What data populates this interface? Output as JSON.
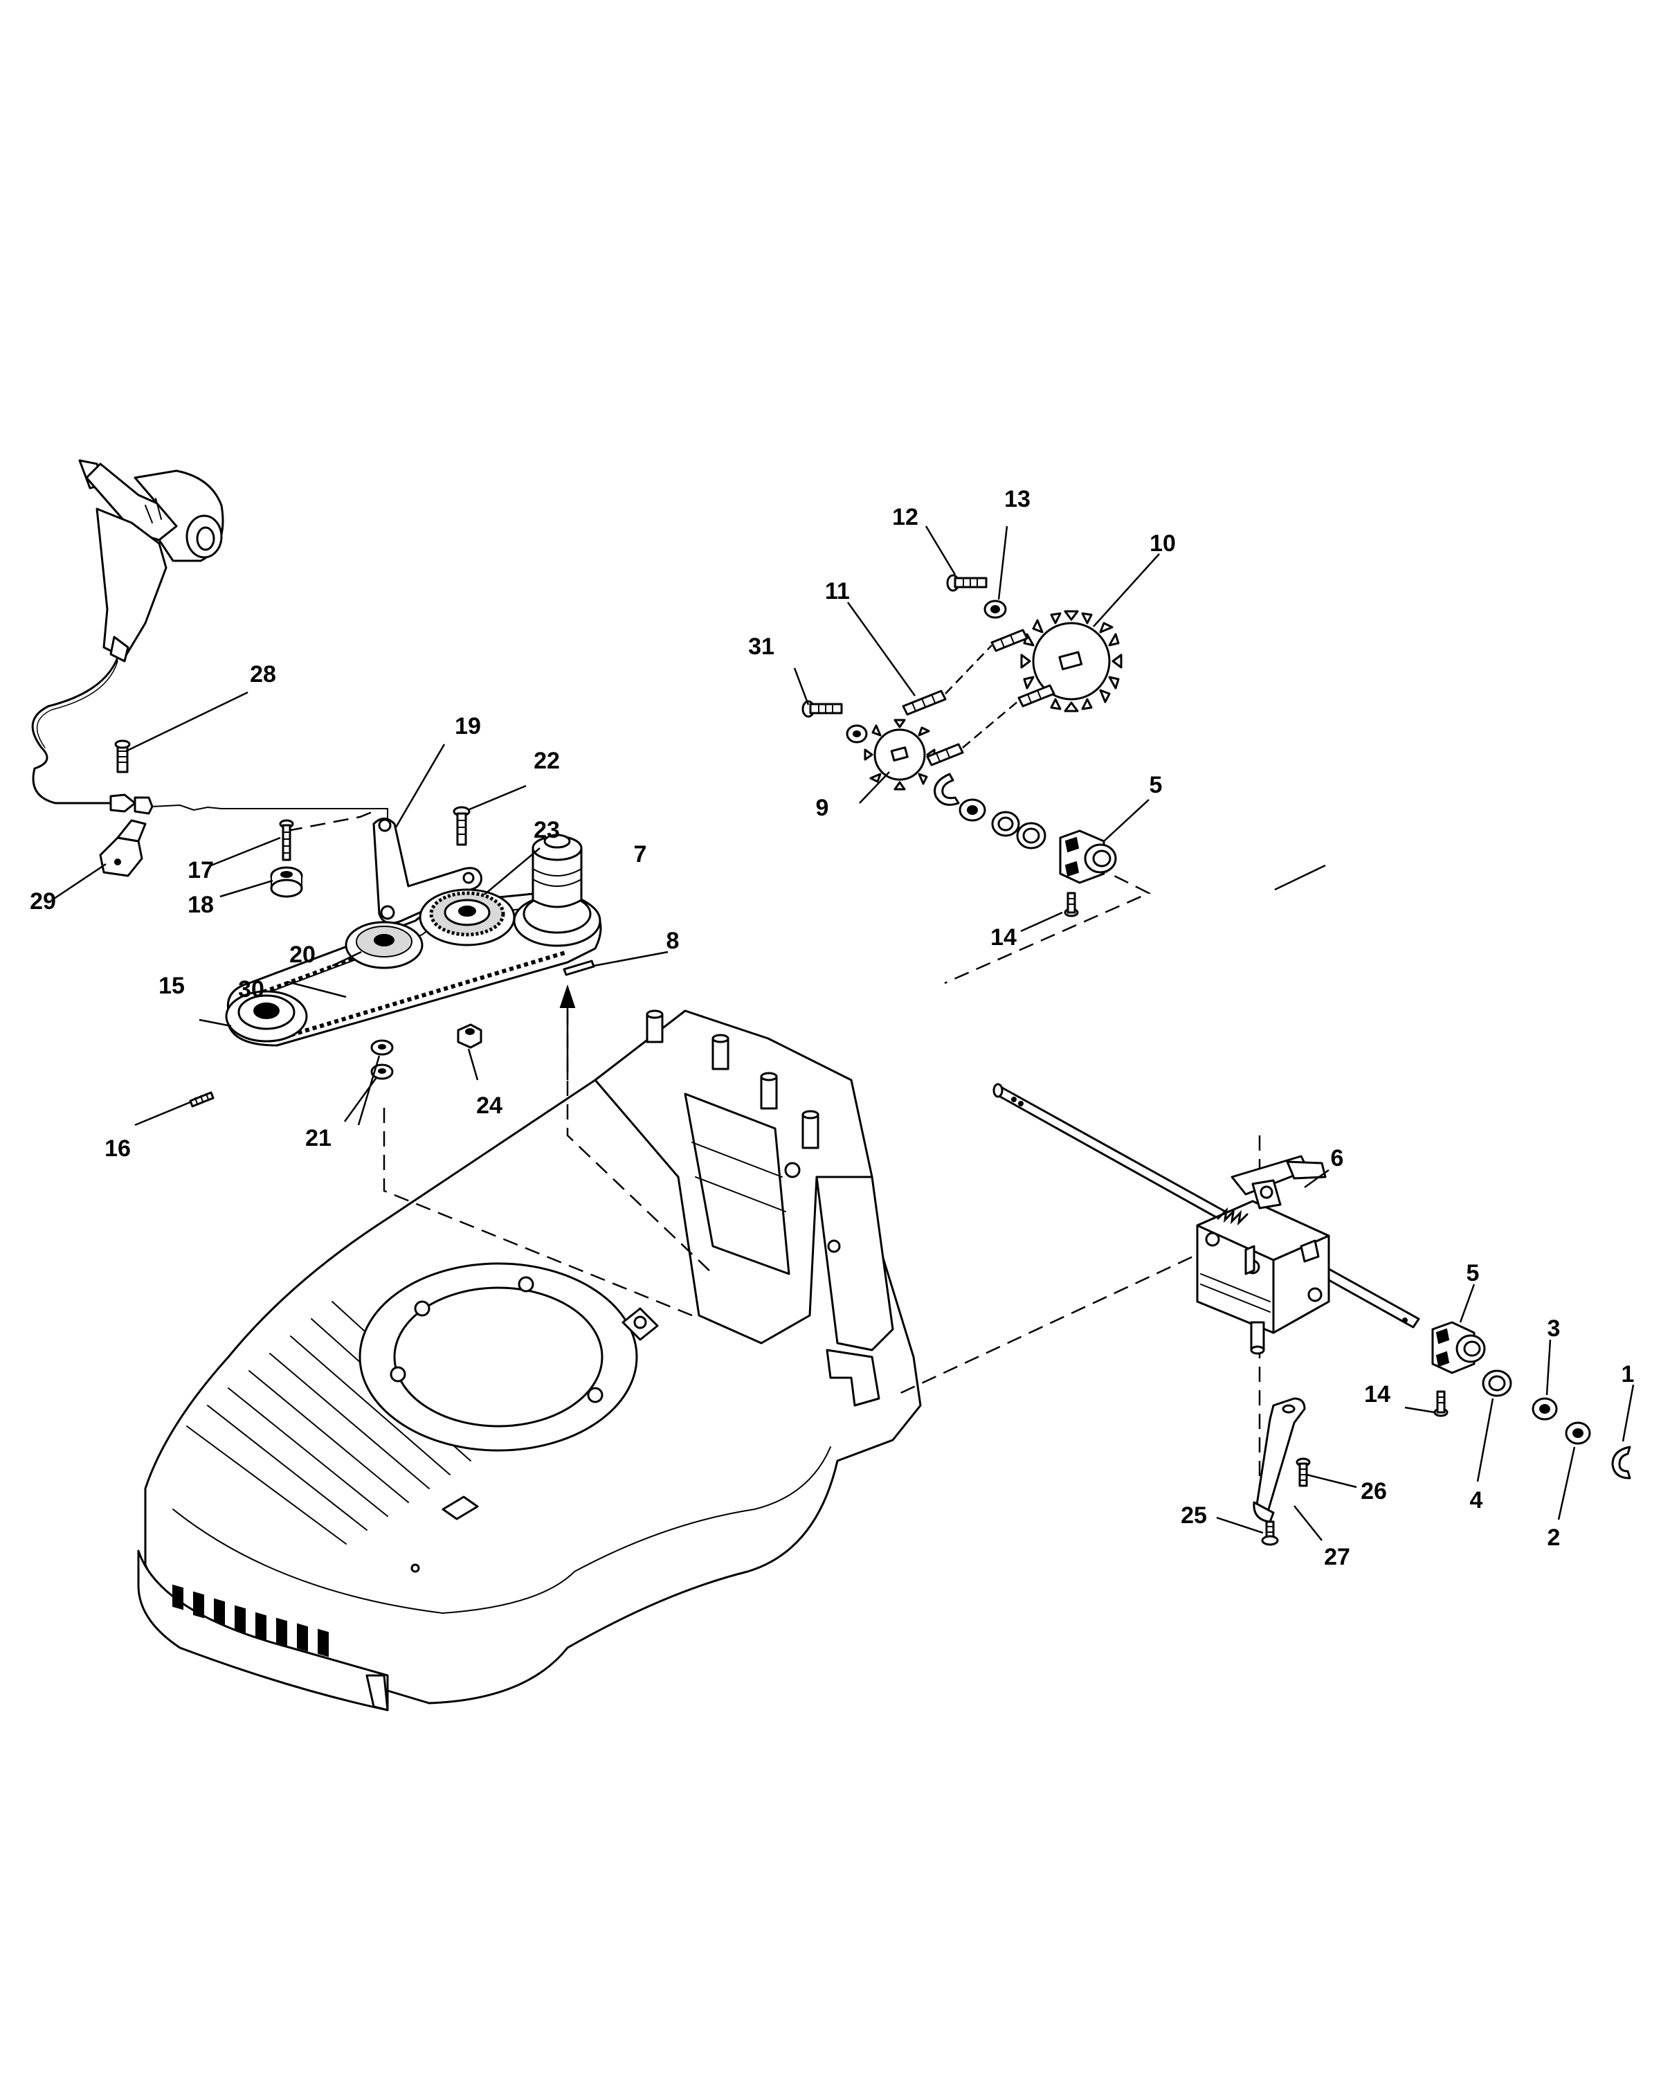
{
  "callouts": [
    {
      "id": "c1",
      "text": "1"
    },
    {
      "id": "c2",
      "text": "2"
    },
    {
      "id": "c3",
      "text": "3"
    },
    {
      "id": "c4",
      "text": "4"
    },
    {
      "id": "c5a",
      "text": "5"
    },
    {
      "id": "c5b",
      "text": "5"
    },
    {
      "id": "c6",
      "text": "6"
    },
    {
      "id": "c7",
      "text": "7"
    },
    {
      "id": "c8",
      "text": "8"
    },
    {
      "id": "c9",
      "text": "9"
    },
    {
      "id": "c10",
      "text": "10"
    },
    {
      "id": "c11",
      "text": "11"
    },
    {
      "id": "c12",
      "text": "12"
    },
    {
      "id": "c13",
      "text": "13"
    },
    {
      "id": "c14a",
      "text": "14"
    },
    {
      "id": "c14b",
      "text": "14"
    },
    {
      "id": "c15",
      "text": "15"
    },
    {
      "id": "c16",
      "text": "16"
    },
    {
      "id": "c17",
      "text": "17"
    },
    {
      "id": "c18",
      "text": "18"
    },
    {
      "id": "c19",
      "text": "19"
    },
    {
      "id": "c20",
      "text": "20"
    },
    {
      "id": "c21",
      "text": "21"
    },
    {
      "id": "c22",
      "text": "22"
    },
    {
      "id": "c23",
      "text": "23"
    },
    {
      "id": "c24",
      "text": "24"
    },
    {
      "id": "c25",
      "text": "25"
    },
    {
      "id": "c26",
      "text": "26"
    },
    {
      "id": "c27",
      "text": "27"
    },
    {
      "id": "c28",
      "text": "28"
    },
    {
      "id": "c29",
      "text": "29"
    },
    {
      "id": "c30",
      "text": "30"
    },
    {
      "id": "c31",
      "text": "31"
    }
  ]
}
